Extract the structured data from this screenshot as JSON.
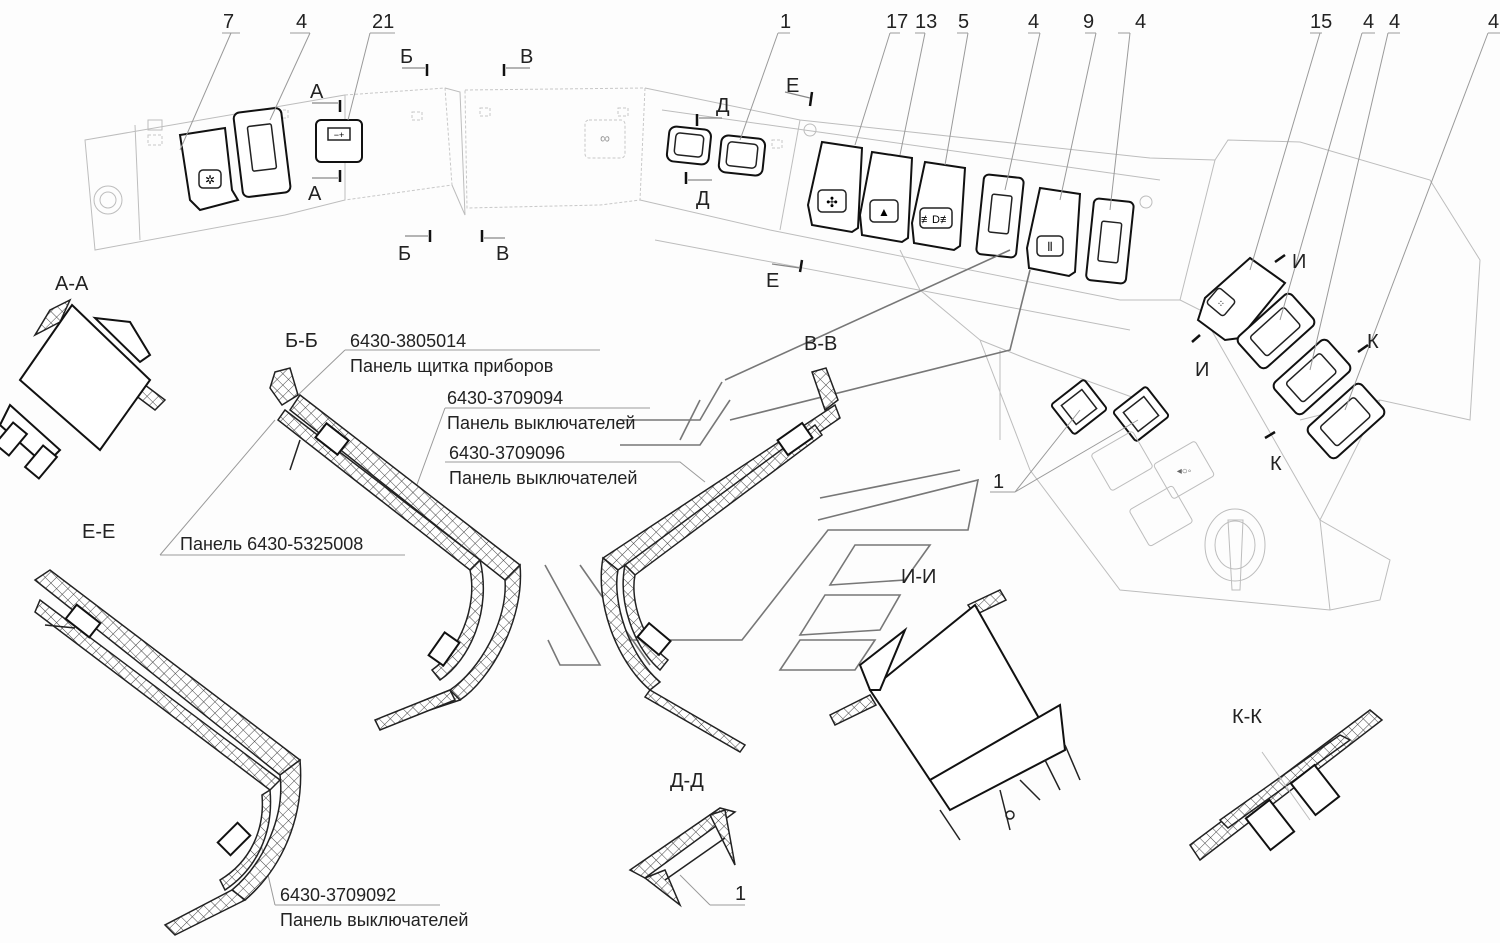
{
  "drawing": {
    "title": "Switch panels assembly",
    "callouts": [
      {
        "id": "7",
        "label": "7"
      },
      {
        "id": "4a",
        "label": "4"
      },
      {
        "id": "21",
        "label": "21"
      },
      {
        "id": "1",
        "label": "1"
      },
      {
        "id": "17",
        "label": "17"
      },
      {
        "id": "13",
        "label": "13"
      },
      {
        "id": "5",
        "label": "5"
      },
      {
        "id": "4b",
        "label": "4"
      },
      {
        "id": "9",
        "label": "9"
      },
      {
        "id": "4c",
        "label": "4"
      },
      {
        "id": "15",
        "label": "15"
      },
      {
        "id": "4d",
        "label": "4"
      },
      {
        "id": "4e",
        "label": "4"
      },
      {
        "id": "4f",
        "label": "4"
      },
      {
        "id": "1b",
        "label": "1"
      },
      {
        "id": "1c",
        "label": "1"
      }
    ],
    "cut_marks": {
      "A": "А",
      "B": "Б",
      "V": "В",
      "D": "Д",
      "E": "Е",
      "I": "И",
      "K": "К"
    },
    "sections": {
      "aa": "А-А",
      "bb": "Б-Б",
      "vv": "В-В",
      "ee": "Е-Е",
      "ii": "И-И",
      "dd": "Д-Д",
      "kk": "К-К"
    },
    "part_labels": [
      {
        "code": "6430-3805014",
        "name": "Панель щитка приборов"
      },
      {
        "code": "6430-3709094",
        "name": "Панель выключателей"
      },
      {
        "code": "6430-3709096",
        "name": "Панель выключателей"
      },
      {
        "code": "6430-3709092",
        "name": "Панель выключателей"
      }
    ],
    "panel_label": "Панель 6430-5325008",
    "icons": [
      "snowflake-icon",
      "battery-icon",
      "fan-icon",
      "hazard-triangle-icon",
      "fog-light-icon",
      "rear-heater-icon",
      "differential-lock-icon",
      "light-icon"
    ]
  }
}
